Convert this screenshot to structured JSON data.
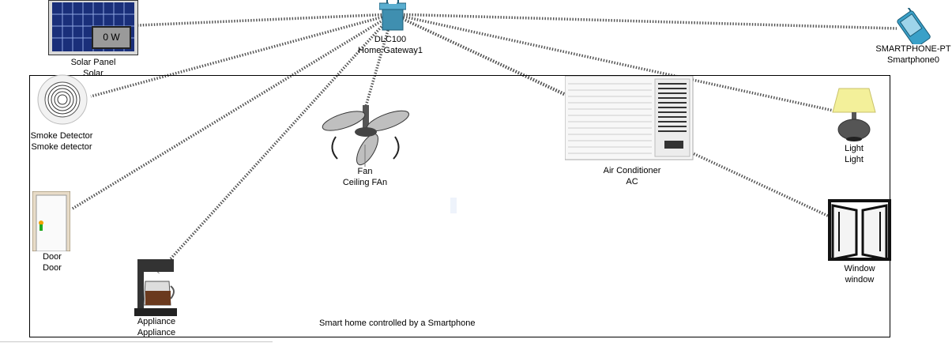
{
  "devices": {
    "gateway": {
      "name": "DLC100",
      "id": "Home Gateway1",
      "icon": "home-gateway-icon"
    },
    "solar": {
      "name": "Solar Panel",
      "id": "Solar",
      "reading": "0 W",
      "icon": "solar-panel-icon"
    },
    "smartphone": {
      "name": "SMARTPHONE-PT",
      "id": "Smartphone0",
      "icon": "smartphone-icon"
    },
    "smoke": {
      "name": "Smoke Detector",
      "id": "Smoke detector",
      "icon": "smoke-detector-icon"
    },
    "fan": {
      "name": "Fan",
      "id": "Ceiling FAn",
      "icon": "ceiling-fan-icon"
    },
    "ac": {
      "name": "Air Conditioner",
      "id": "AC",
      "icon": "air-conditioner-icon"
    },
    "light": {
      "name": "Light",
      "id": "Light",
      "icon": "lamp-icon"
    },
    "door": {
      "name": "Door",
      "id": "Door",
      "icon": "door-icon"
    },
    "window": {
      "name": "Window",
      "id": "window",
      "icon": "window-icon"
    },
    "appliance": {
      "name": "Appliance",
      "id": "Appliance",
      "icon": "coffee-maker-icon"
    }
  },
  "note": "Smart home controlled by a Smartphone",
  "colors": {
    "wireless_link": "#555555",
    "gateway": "#3f8fb0",
    "solar": "#1f3f8f",
    "smartphone": "#3aa0c8"
  }
}
